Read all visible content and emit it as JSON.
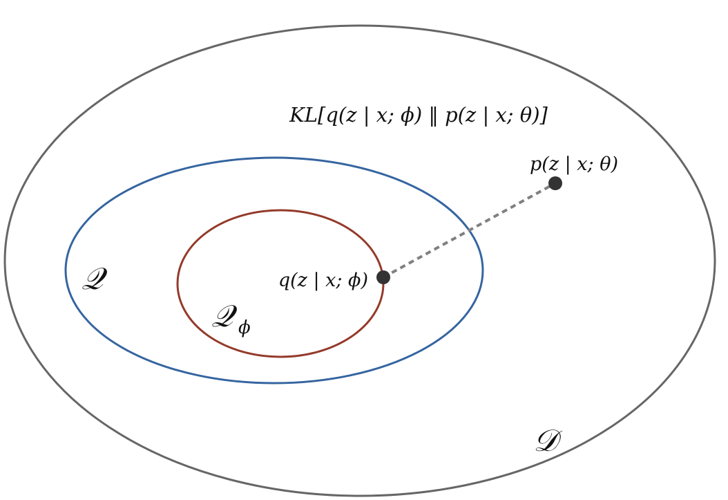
{
  "diagram": {
    "sets": {
      "outer": {
        "label": "𝒟",
        "color": "#666666"
      },
      "family": {
        "label": "𝒬",
        "color": "#3565a0"
      },
      "parametric_family": {
        "label": "𝒬",
        "subscript": "ϕ",
        "color": "#943a2a"
      }
    },
    "points": {
      "q": {
        "label": "q(z | x; ϕ)",
        "color": "#333333"
      },
      "p": {
        "label": "p(z | x; θ)",
        "color": "#333333"
      }
    },
    "divergence": {
      "label": "KL[q(z | x; ϕ) ‖ p(z | x; θ)]",
      "line_color": "#808080",
      "line_style": "dashed"
    }
  }
}
